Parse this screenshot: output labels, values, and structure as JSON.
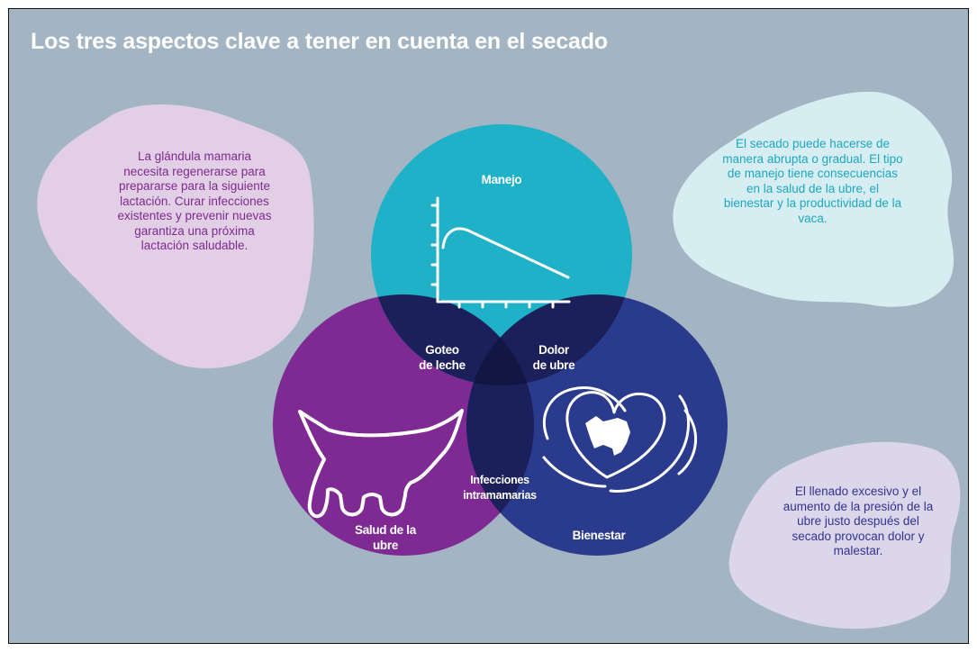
{
  "title": "Los tres aspectos clave a tener en cuenta en el secado",
  "colors": {
    "background": "#a3b4c2",
    "manejo": "#1fb1c8",
    "salud": "#7f2a92",
    "bienestar": "#2a3a8c",
    "overlap_dark": "#1b1f5a",
    "center": "#111642",
    "blob_purple": "#e2cfe6",
    "blob_cyan": "#d6eef2",
    "blob_lavender": "#dbd6ea"
  },
  "circles": {
    "manejo": "Manejo",
    "salud": "Salud de la\nubre",
    "bienestar": "Bienestar"
  },
  "overlaps": {
    "goteo": "Goteo\nde leche",
    "dolor": "Dolor\nde ubre",
    "infecciones": "Infecciones\nintramamarias"
  },
  "icons": {
    "manejo": "declining-curve-chart-icon",
    "salud": "udder-icon",
    "bienestar": "hands-heart-cow-icon"
  },
  "notes": {
    "left": "La glándula mamaria necesita regenerarse para prepararse para la siguiente lactación. Curar infecciones existentes y prevenir nuevas garantiza una próxima lactación saludable.",
    "top_right": "El secado puede hacerse de manera abrupta o gradual. El tipo de manejo tiene consecuencias en la salud de la ubre, el bienestar y la productividad de la vaca.",
    "bottom_right": "El llenado excesivo y el aumento de la presión de la ubre justo después del secado provocan dolor y malestar."
  }
}
